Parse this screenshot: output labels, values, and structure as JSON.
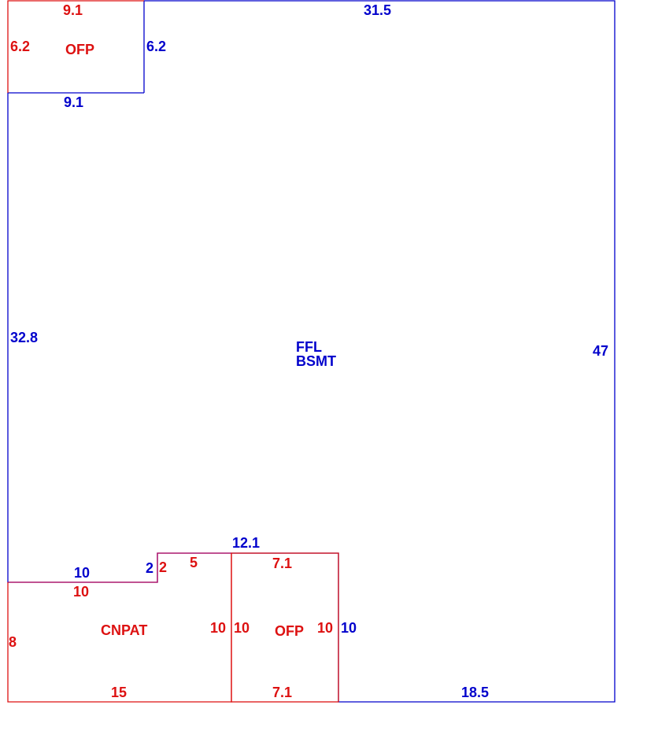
{
  "main_area": {
    "name_line1": "FFL",
    "name_line2": "BSMT",
    "dim_top": "31.5",
    "dim_right": "47",
    "dim_left": "32.8",
    "dim_bottom": "18.5",
    "dim_notch_top": "12.1",
    "dim_notch_step_side": "10",
    "dim_notch_step_vertical": "2",
    "dim_inner_ofp_right": "10",
    "dim_ofp_top_inner": "6.2",
    "dim_ofp_bottom_inner": "9.1",
    "color": "#0000cc"
  },
  "ofp_top": {
    "name": "OFP",
    "dim_top": "9.1",
    "dim_left": "6.2",
    "color": "#dd1111"
  },
  "cnpat": {
    "name": "CNPAT",
    "dim_top": "10",
    "dim_step_vertical": "2",
    "dim_step_top": "5",
    "dim_right": "10",
    "dim_left": "8",
    "dim_bottom": "15",
    "color": "#dd1111"
  },
  "ofp_bottom": {
    "name": "OFP",
    "dim_top": "7.1",
    "dim_left": "10",
    "dim_right": "10",
    "dim_bottom": "7.1",
    "color": "#dd1111"
  }
}
